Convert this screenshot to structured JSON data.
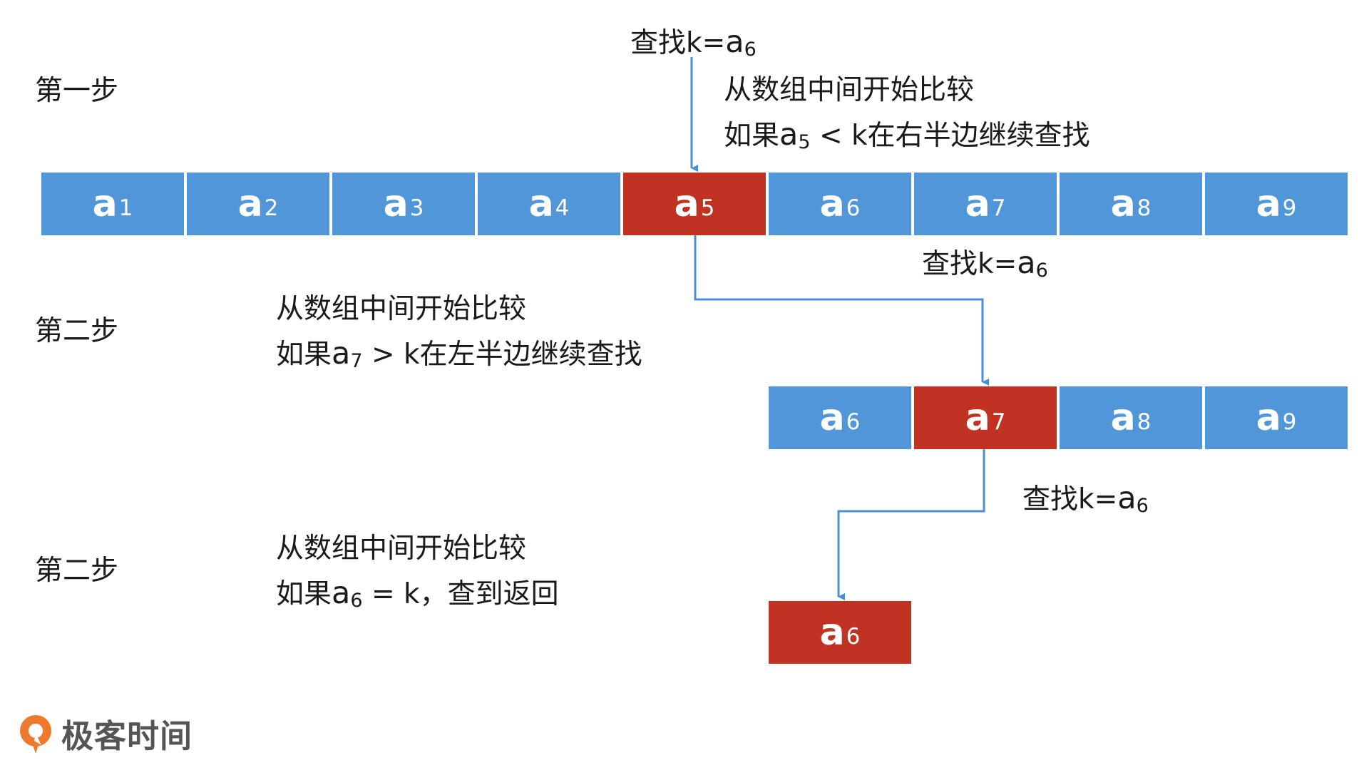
{
  "colors": {
    "cell_blue": "#5096d8",
    "cell_red": "#c03322",
    "arrow": "#4a8fd4",
    "logo_orange": "#ee7a2f"
  },
  "query": {
    "prefix": "查找k=",
    "a": "a",
    "sub": "6"
  },
  "steps": [
    {
      "title": "第一步",
      "line1": "从数组中间开始比较",
      "line2_prefix": "如果",
      "line2_a": "a",
      "line2_sub": "5",
      "line2_suffix": " < k在右半边继续查找"
    },
    {
      "title": "第二步",
      "line1": "从数组中间开始比较",
      "line2_prefix": "如果",
      "line2_a": "a",
      "line2_sub": "7",
      "line2_suffix": " > k在左半边继续查找"
    },
    {
      "title": "第二步",
      "line1": "从数组中间开始比较",
      "line2_prefix": "如果",
      "line2_a": "a",
      "line2_sub": "6",
      "line2_suffix": " = k，查到返回"
    }
  ],
  "arrays": [
    {
      "cells": [
        {
          "a": "a",
          "sub": "1",
          "highlight": false
        },
        {
          "a": "a",
          "sub": "2",
          "highlight": false
        },
        {
          "a": "a",
          "sub": "3",
          "highlight": false
        },
        {
          "a": "a",
          "sub": "4",
          "highlight": false
        },
        {
          "a": "a",
          "sub": "5",
          "highlight": true
        },
        {
          "a": "a",
          "sub": "6",
          "highlight": false
        },
        {
          "a": "a",
          "sub": "7",
          "highlight": false
        },
        {
          "a": "a",
          "sub": "8",
          "highlight": false
        },
        {
          "a": "a",
          "sub": "9",
          "highlight": false
        }
      ]
    },
    {
      "cells": [
        {
          "a": "a",
          "sub": "6",
          "highlight": false
        },
        {
          "a": "a",
          "sub": "7",
          "highlight": true
        },
        {
          "a": "a",
          "sub": "8",
          "highlight": false
        },
        {
          "a": "a",
          "sub": "9",
          "highlight": false
        }
      ]
    },
    {
      "cells": [
        {
          "a": "a",
          "sub": "6",
          "highlight": true
        }
      ]
    }
  ],
  "logo": {
    "icon": "geekbang-logo-icon",
    "text": "极客时间"
  }
}
